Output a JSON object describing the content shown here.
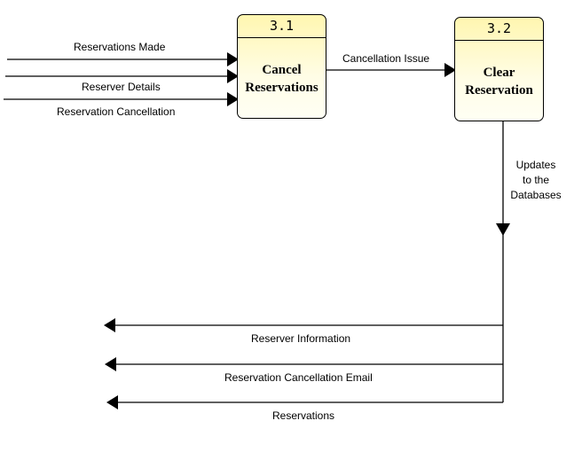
{
  "processes": [
    {
      "number": "3.1",
      "name_line1": "Cancel",
      "name_line2": "Reservations"
    },
    {
      "number": "3.2",
      "name_line1": "Clear",
      "name_line2": "Reservation"
    }
  ],
  "inputs": [
    "Reservations Made",
    "Reserver Details",
    "Reservation Cancellation"
  ],
  "link_label": "Cancellation Issue",
  "db_update": {
    "line1": "Updates",
    "line2": "to the",
    "line3": "Databases"
  },
  "outputs": [
    "Reserver Information",
    "Reservation Cancellation Email",
    "Reservations"
  ]
}
